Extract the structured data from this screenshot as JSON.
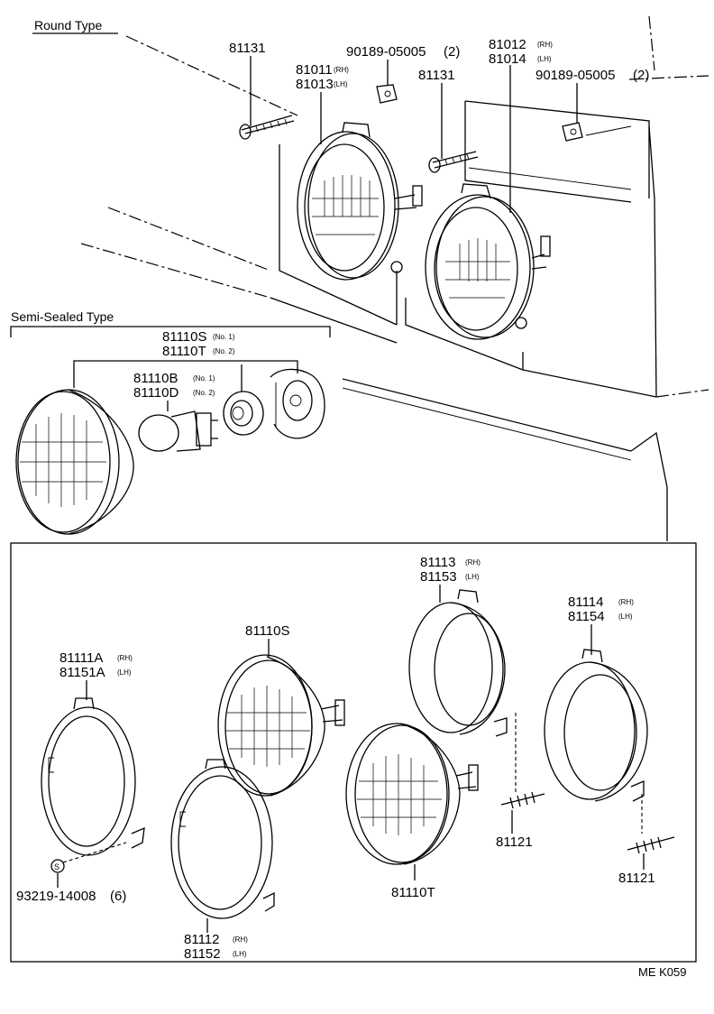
{
  "sections": {
    "round_type": "Round Type",
    "semi_sealed_type": "Semi-Sealed Type"
  },
  "labels": {
    "screw_top_left": "81131",
    "screw_top_right": "81131",
    "clip_left": "90189-05005",
    "clip_left_qty": "(2)",
    "clip_right": "90189-05005",
    "clip_right_qty": "(2)",
    "unit_left_rh": "81011",
    "unit_left_rh_sub": "(RH)",
    "unit_left_lh": "81013",
    "unit_left_lh_sub": "(LH)",
    "unit_right_rh": "81012",
    "unit_right_rh_sub": "(RH)",
    "unit_right_lh": "81014",
    "unit_right_lh_sub": "(LH)",
    "semi_s": "81110S",
    "semi_s_sub": "(No. 1)",
    "semi_t": "81110T",
    "semi_t_sub": "(No. 2)",
    "bulb_b": "81110B",
    "bulb_b_sub": "(No. 1)",
    "bulb_d": "81110D",
    "bulb_d_sub": "(No. 2)",
    "lamp_s": "81110S",
    "lamp_t": "81110T",
    "ring_a_rh": "81111A",
    "ring_a_rh_sub": "(RH)",
    "ring_a_lh": "81151A",
    "ring_a_lh_sub": "(LH)",
    "ring_112": "81112",
    "ring_112_sub": "(RH)",
    "ring_152": "81152",
    "ring_152_sub": "(LH)",
    "ring_113": "81113",
    "ring_113_sub": "(RH)",
    "ring_153": "81153",
    "ring_153_sub": "(LH)",
    "ring_114": "81114",
    "ring_114_sub": "(RH)",
    "ring_154": "81154",
    "ring_154_sub": "(LH)",
    "spring_left": "81121",
    "spring_right": "81121",
    "screw_small": "93219-14008",
    "screw_small_qty": "(6)",
    "screw_small_mark": "S",
    "code": "ME K059"
  }
}
